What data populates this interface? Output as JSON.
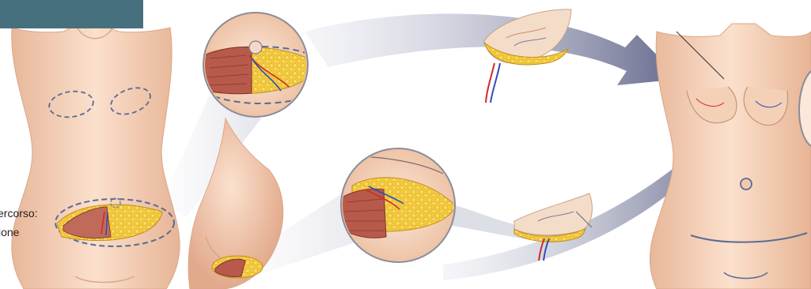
{
  "header": {
    "color": "#47707f"
  },
  "caption": {
    "line1": "ercorso:",
    "line2": "ione"
  },
  "illustration": {
    "subjects": [
      "front-torso-before",
      "abdominal-flap-inset",
      "flank-buttock-view",
      "gluteal-flap-inset",
      "harvested-flap-upper",
      "harvested-flap-lower",
      "front-torso-after"
    ],
    "colors": {
      "skin": "#f6d2b8",
      "fat": "#f3c93a",
      "muscle": "#b85a4b",
      "arrow": "#6b6f90",
      "artery": "#d02a2a",
      "vein": "#2f4fb5"
    }
  }
}
